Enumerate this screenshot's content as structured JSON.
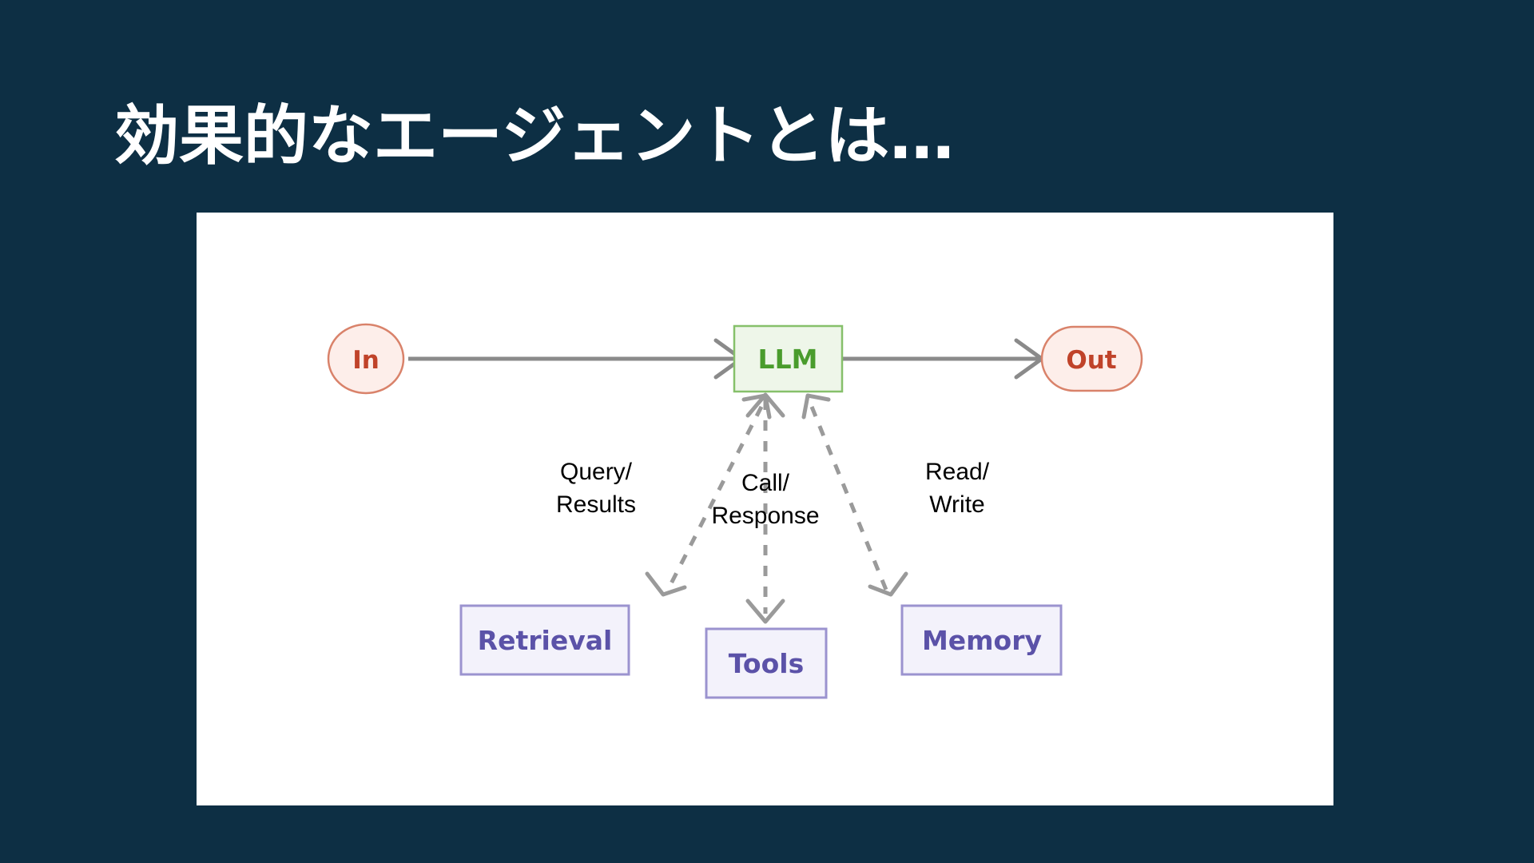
{
  "slide": {
    "background_color": "#0d2f44",
    "title": "効果的なエージェントとは…",
    "title_color": "#ffffff"
  },
  "panel": {
    "background_color": "#ffffff"
  },
  "diagram": {
    "type": "flow-diagram",
    "nodes": [
      {
        "id": "in",
        "label": "In",
        "shape": "ellipse",
        "fill": "#fdeeea",
        "stroke": "#d9826a",
        "text_color": "#c0432a"
      },
      {
        "id": "llm",
        "label": "LLM",
        "shape": "rectangle",
        "fill": "#eef6e9",
        "stroke": "#86c06a",
        "text_color": "#4a9c2d"
      },
      {
        "id": "out",
        "label": "Out",
        "shape": "rounded-rectangle",
        "fill": "#fdeeea",
        "stroke": "#d9826a",
        "text_color": "#c0432a"
      },
      {
        "id": "retrieval",
        "label": "Retrieval",
        "shape": "rectangle",
        "fill": "#f3f2fb",
        "stroke": "#9b93cf",
        "text_color": "#5b52a8"
      },
      {
        "id": "tools",
        "label": "Tools",
        "shape": "rectangle",
        "fill": "#f3f2fb",
        "stroke": "#9b93cf",
        "text_color": "#5b52a8"
      },
      {
        "id": "memory",
        "label": "Memory",
        "shape": "rectangle",
        "fill": "#f3f2fb",
        "stroke": "#9b93cf",
        "text_color": "#5b52a8"
      }
    ],
    "edges": [
      {
        "id": "in-llm",
        "from": "in",
        "to": "llm",
        "style": "solid",
        "direction": "forward",
        "label": "",
        "color": "#8a8a8a"
      },
      {
        "id": "llm-out",
        "from": "llm",
        "to": "out",
        "style": "solid",
        "direction": "forward",
        "label": "",
        "color": "#8a8a8a"
      },
      {
        "id": "llm-retrieval",
        "from": "llm",
        "to": "retrieval",
        "style": "dashed",
        "direction": "bidirectional",
        "label_line1": "Query/",
        "label_line2": "Results",
        "color": "#9a9a9a"
      },
      {
        "id": "llm-tools",
        "from": "llm",
        "to": "tools",
        "style": "dashed",
        "direction": "bidirectional",
        "label_line1": "Call/",
        "label_line2": "Response",
        "color": "#9a9a9a"
      },
      {
        "id": "llm-memory",
        "from": "llm",
        "to": "memory",
        "style": "dashed",
        "direction": "bidirectional",
        "label_line1": "Read/",
        "label_line2": "Write",
        "color": "#9a9a9a"
      }
    ]
  }
}
